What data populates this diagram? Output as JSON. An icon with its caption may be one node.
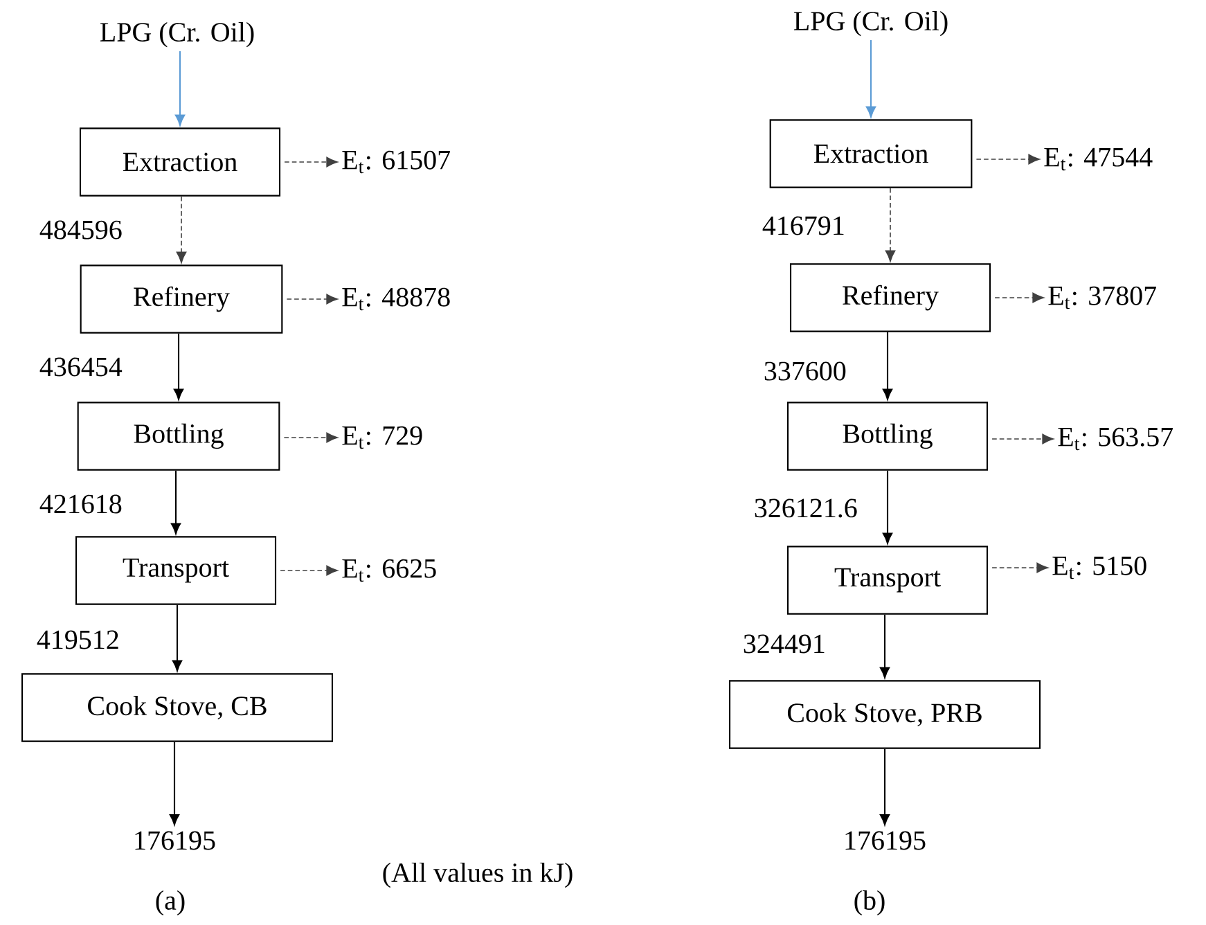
{
  "diagram": {
    "nodes": [
      {
        "text": [
          "LPG (Cr. Oil)"
        ]
      },
      {
        "text": [
          "Extraction"
        ]
      },
      {
        "text": [
          "Refinery"
        ]
      },
      {
        "text": [
          "Bottling"
        ]
      },
      {
        "text": [
          "Transport"
        ]
      },
      {
        "text": [
          "Cook Stove, CB"
        ]
      },
      {
        "text": [
          "176195"
        ]
      },
      {
        "text": [
          "E$_{t}$: 61507"
        ]
      },
      {
        "text": [
          "E$_{t}$: 48878"
        ]
      },
      {
        "text": [
          "E$_{t}$: 729"
        ]
      },
      {
        "text": [
          "E$_{t}$: 6625"
        ]
      },
      {
        "text": [
          "LPG (Cr. Oil)"
        ]
      },
      {
        "text": [
          "Extraction"
        ]
      },
      {
        "text": [
          "Refinery"
        ]
      },
      {
        "text": [
          "Bottling"
        ]
      },
      {
        "text": [
          "Transport"
        ]
      },
      {
        "text": [
          "Cook Stove, PRB"
        ]
      },
      {
        "text": [
          "176195"
        ]
      },
      {
        "text": [
          "E$_{t}$: 47544"
        ]
      },
      {
        "text": [
          "E$_{t}$: 37807"
        ]
      },
      {
        "text": [
          "E$_{t}$: 563.57"
        ]
      },
      {
        "text": [
          "E$_{t}$: 5150"
        ]
      }
    ],
    "edges": [
      {
        "from": 0,
        "to": 1,
        "arrow": "to",
        "color": "#5b9bd5"
      },
      {
        "from": 1,
        "to": 2,
        "arrow": "to",
        "style": "dashed",
        "label": "484596"
      },
      {
        "from": 2,
        "to": 3,
        "arrow": "to",
        "label": "436454"
      },
      {
        "from": 3,
        "to": 4,
        "arrow": "to",
        "label": "421618"
      },
      {
        "from": 4,
        "to": 5,
        "arrow": "to",
        "label": "419512"
      },
      {
        "from": 5,
        "to": 6,
        "arrow": "to"
      },
      {
        "from": 1,
        "to": 7,
        "arrow": "to",
        "style": "dashed"
      },
      {
        "from": 2,
        "to": 8,
        "arrow": "to",
        "style": "dashed"
      },
      {
        "from": 3,
        "to": 9,
        "arrow": "to",
        "style": "dashed"
      },
      {
        "from": 4,
        "to": 10,
        "arrow": "to",
        "style": "dashed"
      },
      {
        "from": 11,
        "to": 12,
        "arrow": "to",
        "color": "#5b9bd5"
      },
      {
        "from": 12,
        "to": 13,
        "arrow": "to",
        "style": "dashed",
        "label": "416791"
      },
      {
        "from": 13,
        "to": 14,
        "arrow": "to",
        "label": "337600"
      },
      {
        "from": 14,
        "to": 15,
        "arrow": "to",
        "label": "326121.6"
      },
      {
        "from": 15,
        "to": 16,
        "arrow": "to",
        "label": "324491"
      },
      {
        "from": 16,
        "to": 17,
        "arrow": "to"
      },
      {
        "from": 12,
        "to": 18,
        "arrow": "to",
        "style": "dashed"
      },
      {
        "from": 13,
        "to": 19,
        "arrow": "to",
        "style": "dashed"
      },
      {
        "from": 14,
        "to": 20,
        "arrow": "to",
        "style": "dashed"
      },
      {
        "from": 15,
        "to": 21,
        "arrow": "to",
        "style": "dashed"
      }
    ],
    "labels": [
      "(All values in kJ)",
      "(a)",
      "(b)"
    ]
  }
}
